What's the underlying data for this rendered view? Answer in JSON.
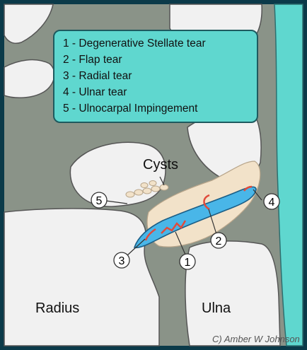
{
  "legend": {
    "items": [
      "1 - Degenerative Stellate tear",
      "2 - Flap tear",
      "3 - Radial tear",
      "4 - Ulnar tear",
      "5 - Ulnocarpal Impingement"
    ]
  },
  "labels": {
    "cysts": "Cysts",
    "radius": "Radius",
    "ulna": "Ulna",
    "copyright": "C) Amber W Johnson"
  },
  "markers": [
    "1",
    "2",
    "3",
    "4",
    "5"
  ],
  "colors": {
    "frame": "#0b3a49",
    "background": "#8a9388",
    "bone": "#f1f1f1",
    "cartilage": "#f2e2c9",
    "tfcc": "#49b6e8",
    "tear": "#e04b3c",
    "legend_fill": "#5fd7cf",
    "tendon_teal": "#5fd7cf"
  }
}
